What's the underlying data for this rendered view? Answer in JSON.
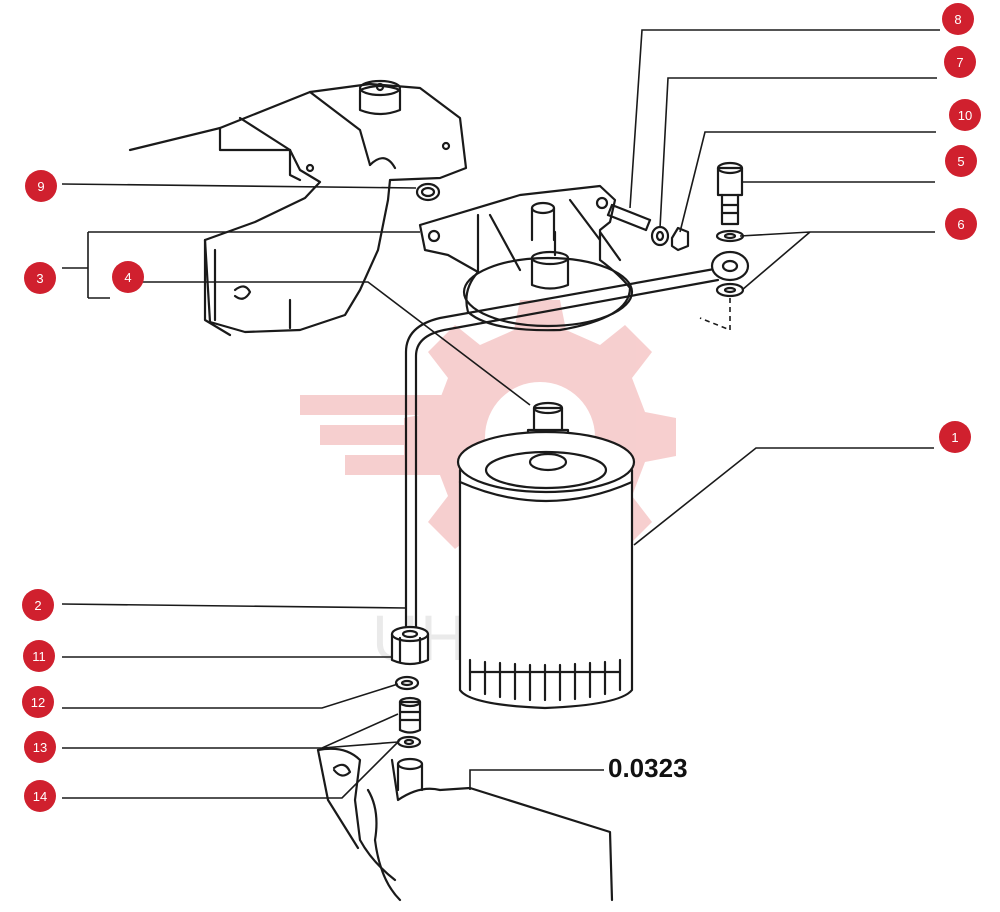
{
  "colors": {
    "callout": "#d0202e",
    "watermark": "#f4c3c3",
    "ink": "#1a1a1a"
  },
  "watermark": {
    "text": "UHTEX"
  },
  "reference_code": "0.0323",
  "callouts": [
    {
      "label": "1"
    },
    {
      "label": "2"
    },
    {
      "label": "3"
    },
    {
      "label": "4"
    },
    {
      "label": "5"
    },
    {
      "label": "6"
    },
    {
      "label": "7"
    },
    {
      "label": "8"
    },
    {
      "label": "9"
    },
    {
      "label": "10"
    },
    {
      "label": "11"
    },
    {
      "label": "12"
    },
    {
      "label": "13"
    },
    {
      "label": "14"
    }
  ]
}
